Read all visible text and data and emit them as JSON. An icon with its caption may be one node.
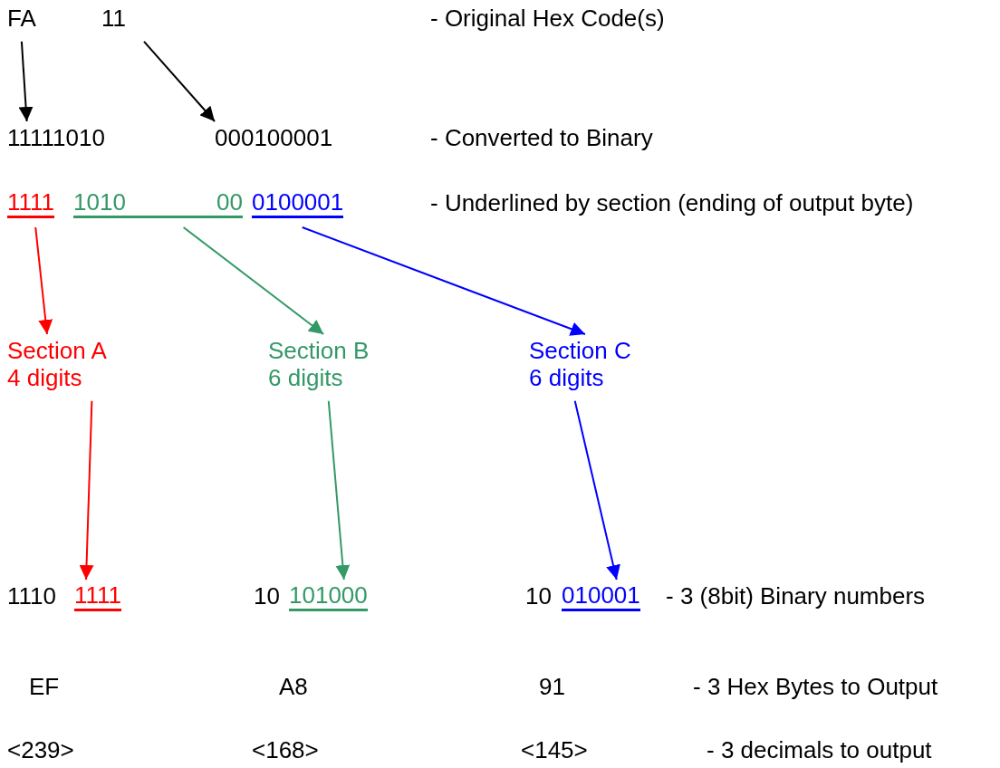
{
  "diagram": {
    "nodes": [
      {
        "text": [
          "FA"
        ]
      },
      {
        "text": [
          "11"
        ]
      },
      {
        "text": [
          "11111010"
        ]
      },
      {
        "text": [
          "000100001"
        ]
      },
      {
        "text": [
          "1111"
        ]
      },
      {
        "text": [
          "1010",
          "00"
        ]
      },
      {
        "text": [
          "0100001"
        ]
      },
      {
        "text": [
          "Section A",
          "4 digits"
        ]
      },
      {
        "text": [
          "Section B",
          "6 digits"
        ]
      },
      {
        "text": [
          "Section C",
          "6 digits"
        ]
      },
      {
        "text": [
          "1111"
        ]
      },
      {
        "text": [
          "101000"
        ]
      },
      {
        "text": [
          "010001"
        ]
      }
    ],
    "edges": [
      {
        "from": 0,
        "to": 2,
        "arrow": "to"
      },
      {
        "from": 1,
        "to": 3,
        "arrow": "to"
      },
      {
        "from": 4,
        "to": 7,
        "arrow": "to",
        "color": "#ff0000"
      },
      {
        "from": 5,
        "to": 8,
        "arrow": "to",
        "color": "#339966"
      },
      {
        "from": 6,
        "to": 9,
        "arrow": "to",
        "color": "#0000ff"
      },
      {
        "from": 7,
        "to": 10,
        "arrow": "to",
        "color": "#ff0000"
      },
      {
        "from": 8,
        "to": 11,
        "arrow": "to",
        "color": "#339966"
      },
      {
        "from": 9,
        "to": 12,
        "arrow": "to",
        "color": "#0000ff"
      }
    ],
    "labels": [
      "- Original Hex Code(s)",
      "- Converted to Binary",
      "- Underlined by section (ending of output byte)",
      "1110",
      "10",
      "10",
      "- 3 (8bit) Binary numbers",
      "EF",
      "A8",
      "91",
      "- 3 Hex Bytes to Output",
      "<239>",
      "<168>",
      "<145>",
      "- 3 decimals to output"
    ]
  }
}
